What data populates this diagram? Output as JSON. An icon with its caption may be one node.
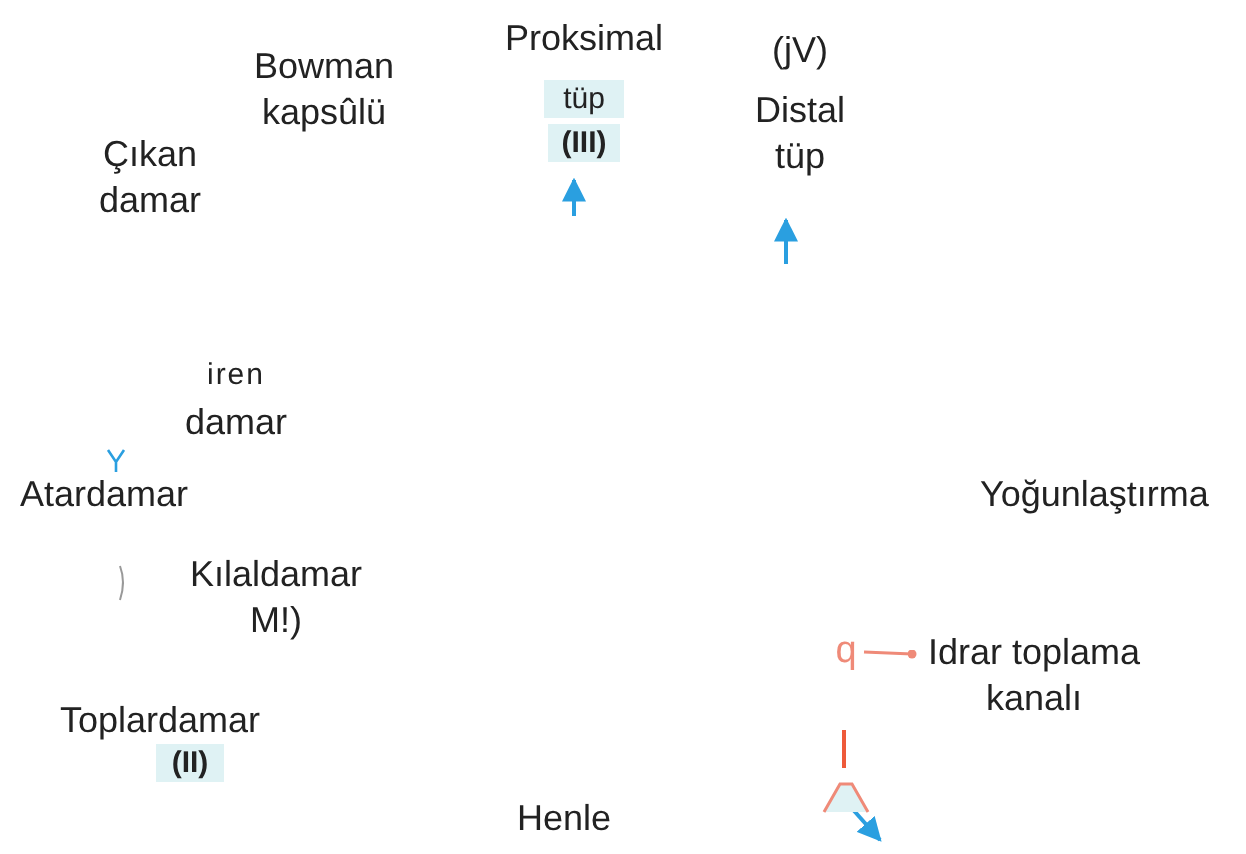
{
  "diagram": {
    "nodes": [
      {
        "text": [
          "Idrar toplama kanalı"
        ]
      },
      {
        "text": [
          "q"
        ]
      }
    ],
    "edges": [
      {
        "from": 0,
        "to": 1,
        "arrow": "other",
        "color": "#ef8a78"
      }
    ],
    "labels": [
      "Proksimal",
      "tüp",
      "(III)",
      "(jV)",
      "Distal tüp",
      "Bowman kapsûlü",
      "Çıkan damar",
      "iren",
      "damar",
      "Atardamar",
      "Yoğunlaştırma",
      "Kılaldamar M!)",
      "Toplardamar",
      "(II)",
      "Henle"
    ]
  }
}
